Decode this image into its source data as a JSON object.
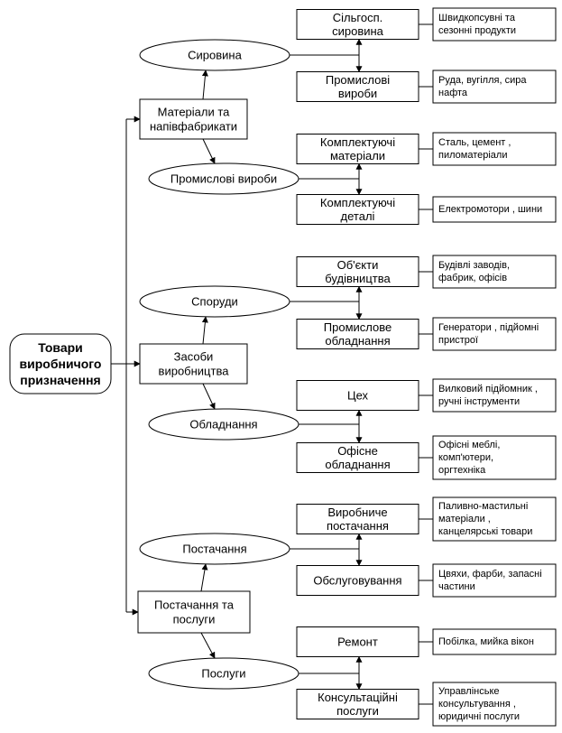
{
  "root": {
    "lines": [
      "Товари",
      "виробничого",
      "призначення"
    ]
  },
  "groups": [
    {
      "label": [
        "Матеріали та",
        "напівфабрикати"
      ],
      "subs": [
        {
          "label": "Сировина",
          "items": [
            {
              "label": [
                "Сільгосп.",
                "сировина"
              ],
              "desc": [
                "Швидкопсувні та",
                "сезонні продукти"
              ]
            },
            {
              "label": [
                "Промислові",
                "вироби"
              ],
              "desc": [
                "Руда, вугілля, сира",
                "нафта"
              ]
            }
          ]
        },
        {
          "label": "Промислові вироби",
          "items": [
            {
              "label": [
                "Комплектуючі",
                "матеріали"
              ],
              "desc": [
                "Сталь, цемент ,",
                "пиломатеріали"
              ]
            },
            {
              "label": [
                "Комплектуючі",
                "деталі"
              ],
              "desc": [
                "Електромотори , шини"
              ]
            }
          ]
        }
      ]
    },
    {
      "label": [
        "Засоби",
        "виробництва"
      ],
      "subs": [
        {
          "label": "Споруди",
          "items": [
            {
              "label": [
                "Об'єкти",
                "будівництва"
              ],
              "desc": [
                "Будівлі заводів,",
                "фабрик, офісів"
              ]
            },
            {
              "label": [
                "Промислове",
                "обладнання"
              ],
              "desc": [
                "Генератори , підйомні",
                "пристрої"
              ]
            }
          ]
        },
        {
          "label": "Обладнання",
          "items": [
            {
              "label": [
                "Цех"
              ],
              "desc": [
                "Вилковий підйомник ,",
                "ручні інструменти"
              ]
            },
            {
              "label": [
                "Офісне",
                "обладнання"
              ],
              "desc": [
                "Офісні меблі,",
                "комп'ютери,",
                "оргтехніка"
              ]
            }
          ]
        }
      ]
    },
    {
      "label": [
        "Постачання та",
        "послуги"
      ],
      "subs": [
        {
          "label": "Постачання",
          "items": [
            {
              "label": [
                "Виробниче",
                "постачання"
              ],
              "desc": [
                "Паливно-мастильні",
                "матеріали ,",
                "канцелярські товари"
              ]
            },
            {
              "label": [
                "Обслуговування"
              ],
              "desc": [
                "Цвяхи, фарби, запасні",
                "частини"
              ]
            }
          ]
        },
        {
          "label": "Послуги",
          "items": [
            {
              "label": [
                "Ремонт"
              ],
              "desc": [
                "Побілка, мийка вікон"
              ]
            },
            {
              "label": [
                "Консультаційні",
                "послуги"
              ],
              "desc": [
                "Управлінське",
                "консультування ,",
                "юридичні послуги"
              ]
            }
          ]
        }
      ]
    }
  ]
}
